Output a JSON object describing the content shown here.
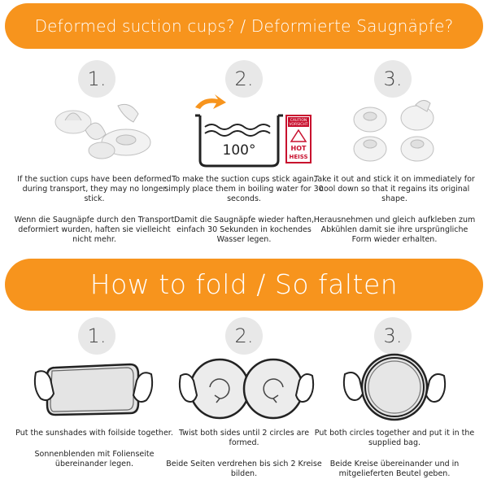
{
  "section1": {
    "title": "Deformed suction cups? / Deformierte Saugnäpfe?",
    "steps": [
      {
        "number": "1.",
        "text_en": "If the suction cups have been deformed during transport, they may no longer stick.",
        "text_de": "Wenn die Saugnäpfe durch den Transport deformiert wurden, haften sie vielleicht nicht mehr."
      },
      {
        "number": "2.",
        "text_en": "To make the suction cups stick again, simply place them in boiling water for 30 seconds.",
        "text_de": "Damit die Saugnäpfe wieder haften, einfach 30 Sekunden in kochendes Wasser legen."
      },
      {
        "number": "3.",
        "text_en": "Take it out and stick it on immediately for cool down so that it regains its original shape.",
        "text_de": "Herausnehmen und gleich aufkleben zum Abkühlen damit sie ihre ursprüngliche Form wieder erhalten."
      }
    ],
    "pot_temperature": "100°",
    "caution_sign": {
      "line1": "CAUTION",
      "line2": "VORSICHT",
      "line3": "HOT",
      "line4": "HEISS"
    }
  },
  "section2": {
    "title": "How to fold / So falten",
    "steps": [
      {
        "number": "1.",
        "text_en": "Put the sunshades with foilside together.",
        "text_de": "Sonnenblenden mit Folienseite übereinander legen."
      },
      {
        "number": "2.",
        "text_en": "Twist both sides until 2 circles are formed.",
        "text_de": "Beide Seiten verdrehen bis sich 2 Kreise bilden."
      },
      {
        "number": "3.",
        "text_en": "Put both circles together and put it in the supplied bag.",
        "text_de": "Beide Kreise übereinander und in mitgelieferten Beutel geben."
      }
    ]
  },
  "colors": {
    "accent": "#f7941d",
    "number_circle": "#e8e8e8",
    "caution_red": "#c8102e"
  }
}
